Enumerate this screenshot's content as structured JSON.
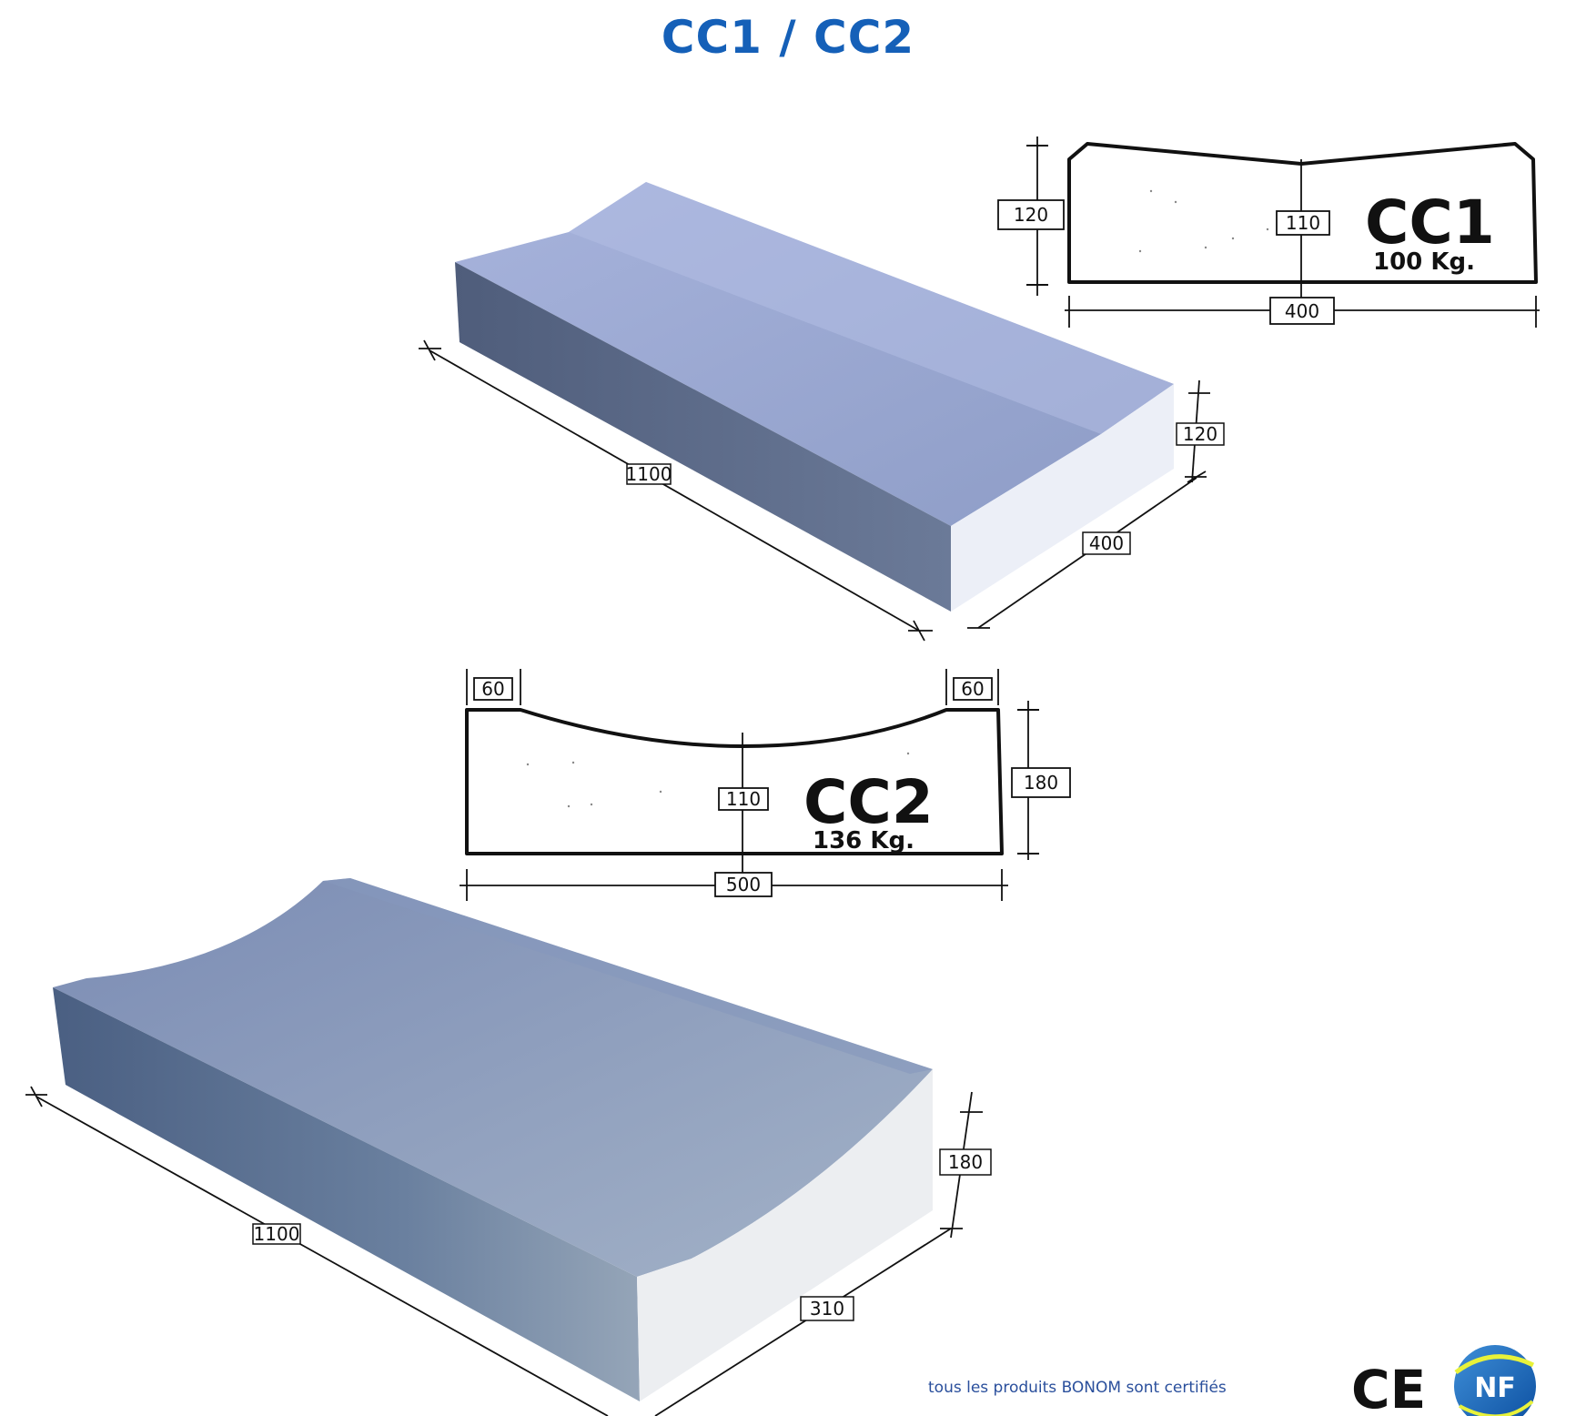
{
  "title": "CC1 / CC2",
  "cc1": {
    "name": "CC1",
    "weight": "100 Kg.",
    "section": {
      "height_edge": "120",
      "height_center": "110",
      "width": "400"
    },
    "block": {
      "length": "1100",
      "height": "120",
      "width": "400"
    }
  },
  "cc2": {
    "name": "CC2",
    "weight": "136 Kg.",
    "section": {
      "edge_left": "60",
      "edge_right": "60",
      "height_edge": "180",
      "height_center": "110",
      "width": "500"
    },
    "block": {
      "length": "1100",
      "height": "180",
      "width": "310"
    }
  },
  "footer": {
    "text": "tous les produits BONOM sont certifiés",
    "ce_mark": "CE",
    "nf_mark": "NF"
  },
  "colors": {
    "title": "#1560b8",
    "block_top": "#9aa7cf",
    "block_side": "#5d6b88",
    "block_end": "#e9ecf4"
  }
}
